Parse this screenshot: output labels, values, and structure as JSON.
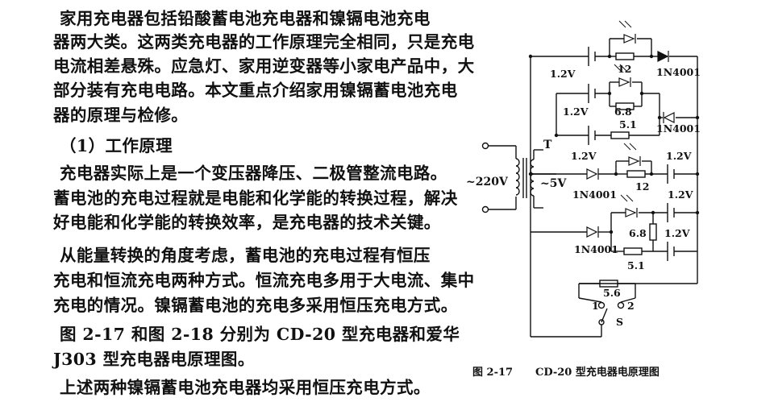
{
  "document": {
    "paragraphs": [
      "家用充电器包括铅酸蓄电池充电器和镍镉电池充电",
      "器两大类。这两类充电器的工作原理完全相同，只是充电",
      "电流相差悬殊。应急灯、家用逆变器等小家电产品中，大",
      "部分装有充电电路。本文重点介绍家用镍镉蓄电池充电",
      "器的原理与检修。",
      "（1）工作原理",
      "充电器实际上是一个变压器降压、二极管整流电路。",
      "蓄电池的充电过程就是电能和化学能的转换过程，解决",
      "好电能和化学能的转换效率，是充电器的技术关键。",
      "从能量转换的角度考虑，蓄电池的充电过程有恒压",
      "充电和恒流充电两种方式。恒流充电多用于大电流、集中",
      "充电的情况。镍镉蓄电池的充电多采用恒压充电方式。",
      "图 2-17 和图 2-18 分别为 CD-20 型充电器和爱华",
      "J303 型充电器电原理图。",
      "上述两种镍镉蓄电池充电器均采用恒压充电方式。"
    ]
  },
  "figure": {
    "caption_number": "图 2-17",
    "caption_title": "CD-20 型充电器电原理图",
    "labels": {
      "input_voltage": "~220V",
      "transformer": "T",
      "output_voltage": "~5V",
      "battery": "1.2V",
      "diode": "1N4001",
      "r12": "12",
      "r68": "6.8",
      "r51": "5.1",
      "r56": "5.6",
      "switch": "S",
      "pos1": "1",
      "pos2": "2"
    }
  }
}
